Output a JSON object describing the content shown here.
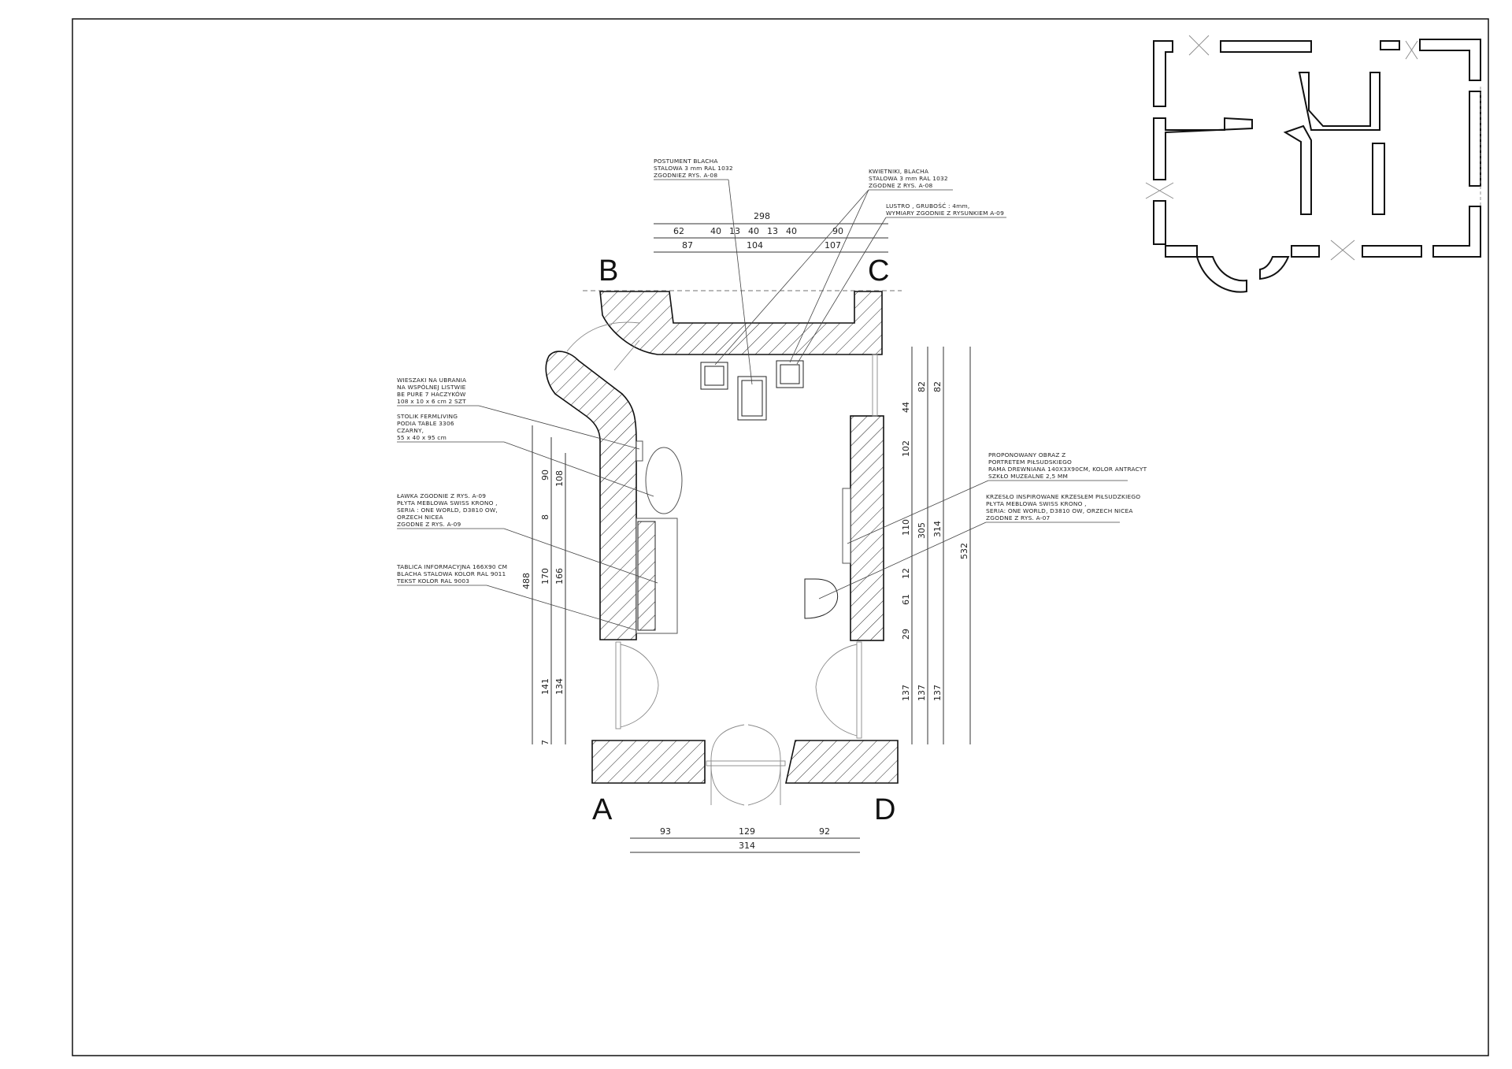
{
  "corners": {
    "a": "A",
    "b": "B",
    "c": "C",
    "d": "D"
  },
  "dims_top": {
    "total": "298",
    "row1": [
      "62",
      "40",
      "13",
      "40",
      "13",
      "40",
      "90"
    ],
    "row2": [
      "87",
      "104",
      "107"
    ]
  },
  "dims_bottom": {
    "parts": [
      "93",
      "129",
      "92"
    ],
    "total": "314"
  },
  "dims_left": {
    "outer": "488",
    "mid": [
      "90",
      "8",
      "170",
      "141",
      "7"
    ],
    "inner": [
      "108",
      "166",
      "134"
    ]
  },
  "dims_right": {
    "inner": [
      "44",
      "102",
      "110",
      "12",
      "61",
      "29",
      "137"
    ],
    "mid": [
      "82",
      "305",
      "137"
    ],
    "outer1": [
      "82",
      "314",
      "137"
    ],
    "outer2": "532"
  },
  "notes": {
    "postument": [
      "POSTUMENT  BLACHA",
      "STALOWA 3 mm RAL 1032",
      "ZGODNIEZ RYS. A-08"
    ],
    "kwietniki": [
      "KWIETNIKI, BLACHA",
      "STALOWA 3 mm RAL 1032",
      "ZGODNE Z RYS. A-08"
    ],
    "lustro": [
      "LUSTRO , GRUBOŚĆ : 4mm,",
      "WYMIARY ZGODNIE Z RYSUNKIEM A-09"
    ],
    "wieszaki": [
      "WIESZAKI NA UBRANIA",
      "NA WSPÓLNEJ LISTWIE",
      "BE PURE 7 HACZYKÓW",
      "108 x 10 x 6 cm 2 SZT"
    ],
    "stolik": [
      "STOLIK  FERMLIVING",
      "PODIA TABLE 3306",
      "CZARNY,",
      "55 x 40 x 95 cm"
    ],
    "lawka": [
      "ŁAWKA  ZGODNIE Z RYS. A-09",
      "PŁYTA MEBLOWA SWISS KRONO ,",
      "SERIA : ONE WORLD, D3810 OW,",
      "ORZECH NICEA",
      "ZGODNE Z RYS. A-09"
    ],
    "tablica": [
      "TABLICA INFORMACYJNA 166X90 CM",
      "BLACHA STALOWA KOLOR RAL 9011",
      "TEKST KOLOR RAL 9003"
    ],
    "obraz": [
      "PROPONOWANY OBRAZ Z",
      "PORTRETEM PIŁSUDSKIEGO",
      "RAMA DREWNIANA 140X3X90CM, KOLOR ANTRACYT",
      "SZKŁO MUZEALNE 2,5 MM"
    ],
    "krzeslo": [
      "KRZESŁO INSPIROWANE KRZESŁEM PIŁSUDZKIEGO",
      "PŁYTA MEBLOWA SWISS KRONO ,",
      "SERIA: ONE WORLD, D3810 OW, ORZECH NICEA",
      "ZGODNE Z RYS. A-07"
    ]
  }
}
